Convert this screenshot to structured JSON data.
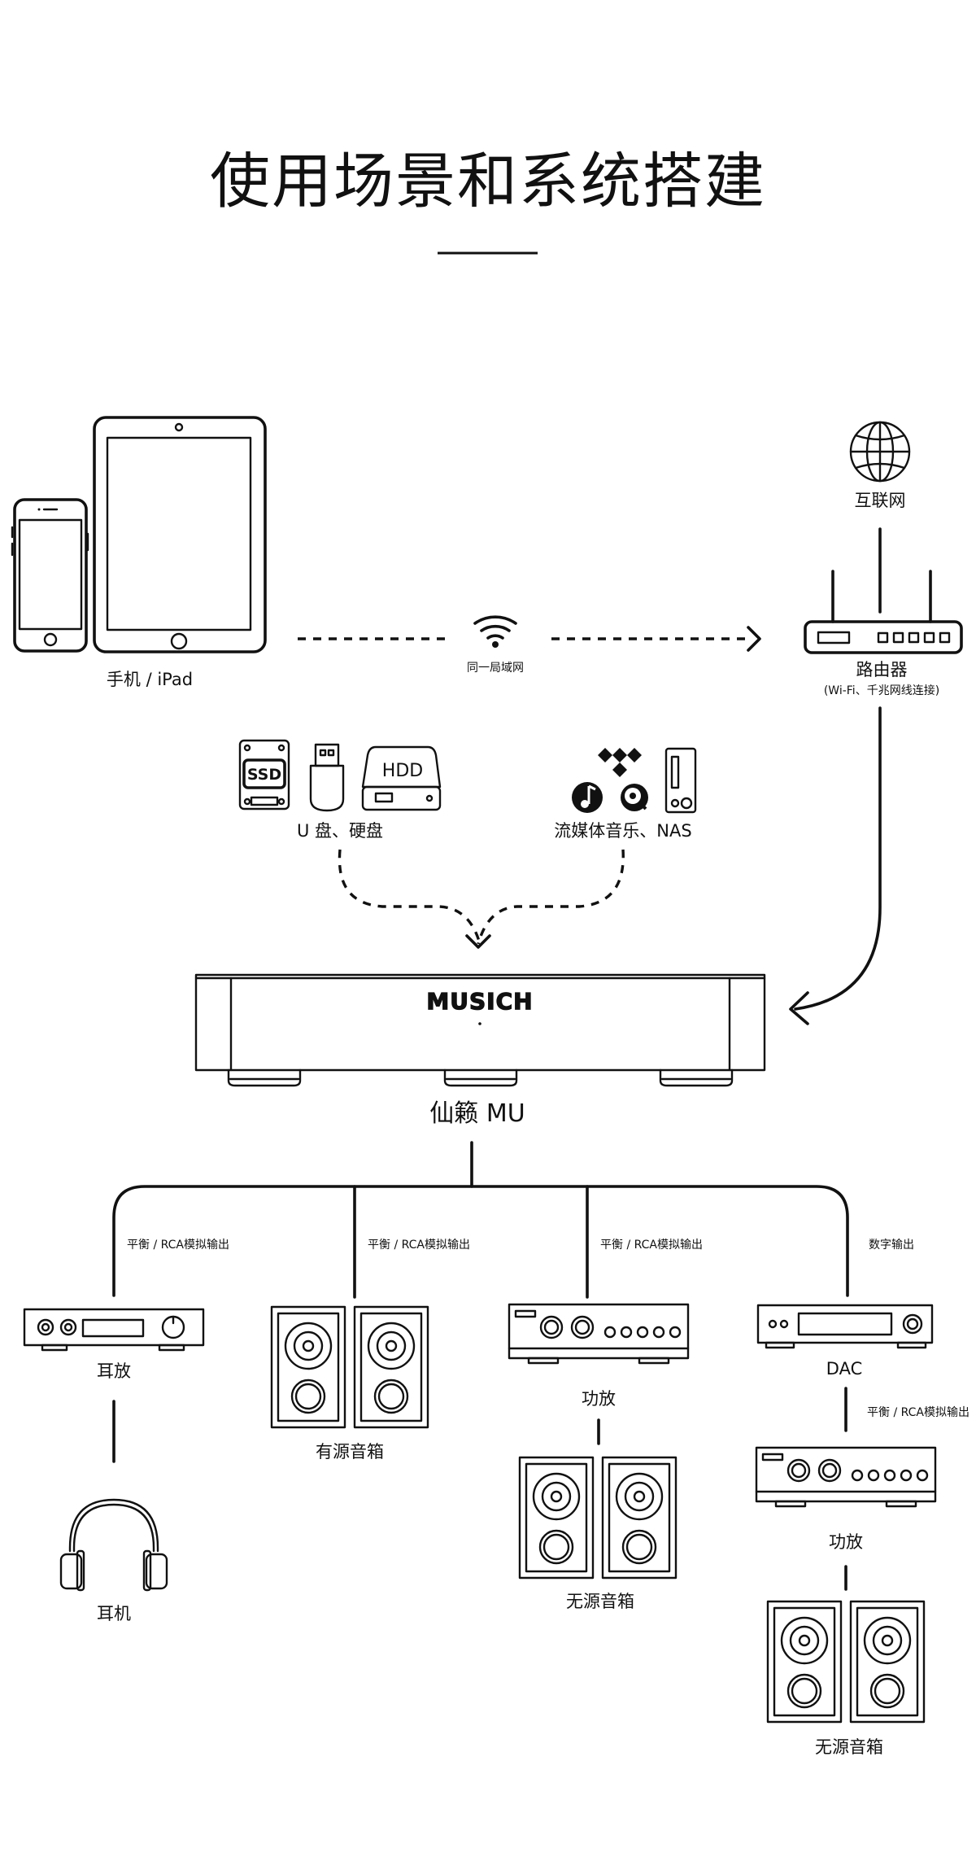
{
  "title": "使用场景和系统搭建",
  "sources": {
    "mobile_label": "手机 / iPad",
    "lan_label": "同一局域网",
    "internet_label": "互联网",
    "router_label": "路由器",
    "router_sublabel": "(Wi-Fi、千兆网线连接)",
    "storage_label": "U 盘、硬盘",
    "ssd_text": "SSD",
    "hdd_text": "HDD",
    "streaming_label": "流媒体音乐、NAS"
  },
  "device": {
    "brand": "MUSICH",
    "name": "仙籁 MU"
  },
  "outputs": {
    "analog_output_1": "平衡 / RCA模拟输出",
    "analog_output_2": "平衡 / RCA模拟输出",
    "analog_output_3": "平衡 / RCA模拟输出",
    "digital_output": "数字输出",
    "analog_output_dac": "平衡 / RCA模拟输出",
    "headphone_amp_label": "耳放",
    "headphones_label": "耳机",
    "active_speakers_label": "有源音箱",
    "amplifier_label": "功放",
    "passive_speakers_label": "无源音箱",
    "dac_label": "DAC",
    "amplifier_2_label": "功放",
    "passive_speakers_2_label": "无源音箱"
  }
}
